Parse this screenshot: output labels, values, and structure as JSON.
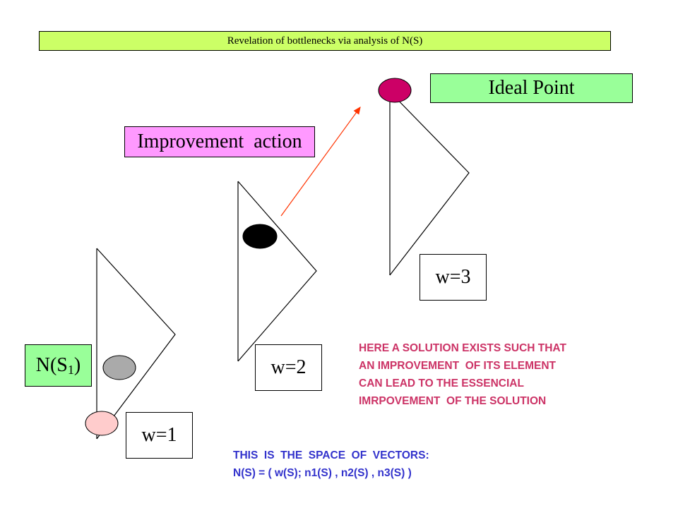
{
  "title": "Revelation of bottlenecks via analysis of N(S)",
  "labels": {
    "ideal_point": "Ideal Point",
    "improvement_action": "Improvement  action",
    "w3": "w=3",
    "w2": "w=2",
    "w1": "w=1",
    "ns1_main": "N(S",
    "ns1_sub": "1",
    "ns1_close": ")"
  },
  "notes": {
    "solution": [
      "HERE A SOLUTION EXISTS SUCH THAT",
      "AN IMPROVEMENT  OF ITS ELEMENT",
      "CAN LEAD TO THE ESSENCIAL",
      "IMRPOVEMENT  OF THE SOLUTION"
    ],
    "space": [
      "THIS  IS  THE  SPACE  OF  VECTORS:",
      "N(S) = ( w(S); n1(S) , n2(S) , n3(S) )"
    ]
  },
  "colors": {
    "banner": "#ccff66",
    "ideal_box": "#99ff99",
    "improvement_box": "#ff99ff",
    "ns1_box": "#99ff99",
    "ideal_point_fill": "#cc0066",
    "black_point_fill": "#000000",
    "gray_point_fill": "#aaaaaa",
    "pink_point_fill": "#ffcccc",
    "arrow": "#ff3300",
    "solution_note": "#cc3366",
    "space_note": "#3333cc"
  }
}
